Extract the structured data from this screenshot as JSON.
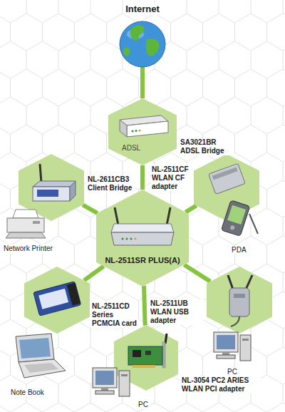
{
  "diagram": {
    "nodes": [
      {
        "text": [
          "Internet"
        ]
      },
      {
        "text": [
          "ADSL",
          "SA3021BR ADSL Bridge"
        ]
      },
      {
        "text": [
          "NL-2611CB3 Client Bridge"
        ]
      },
      {
        "text": [
          "NL-2511CF WLAN CF adapter"
        ]
      },
      {
        "text": [
          "NL-2511SR PLUS(A)"
        ]
      },
      {
        "text": [
          "NL-2511CD Series PCMCIA card"
        ]
      },
      {
        "text": [
          "NL-2511UB WLAN USB adapter"
        ]
      },
      {
        "text": [
          "NL-3054 PC2 ARIES WLAN PCI adapter"
        ]
      }
    ],
    "edges": [
      {
        "from": 0,
        "to": 1,
        "arrow": "none"
      },
      {
        "from": 1,
        "to": 4,
        "arrow": "none"
      },
      {
        "from": 4,
        "to": 2,
        "arrow": "none"
      },
      {
        "from": 4,
        "to": 3,
        "arrow": "none"
      },
      {
        "from": 4,
        "to": 5,
        "arrow": "none"
      },
      {
        "from": 4,
        "to": 6,
        "arrow": "none"
      },
      {
        "from": 4,
        "to": 7,
        "arrow": "none"
      }
    ],
    "labels": [
      "Network Printer",
      "PDA",
      "Note Book",
      "PC",
      "PC"
    ]
  }
}
